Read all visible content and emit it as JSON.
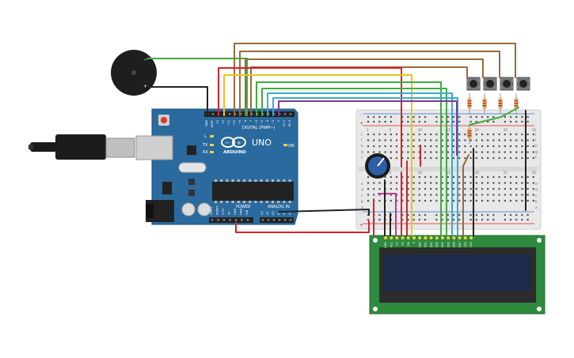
{
  "board": {
    "logo_text": "ARDUINO",
    "model": "UNO",
    "digital_label": "DIGITAL (PWM~)",
    "power_label": "POWER",
    "analog_label": "ANALOG IN",
    "on_label": "ON",
    "l_label": "L",
    "tx_label": "TX",
    "rx_label": "RX",
    "header_top_labels": [
      "GND",
      "AREF",
      "13",
      "12",
      "~11",
      "~10",
      "~9",
      "8",
      "7",
      "~6",
      "~5",
      "4",
      "~3",
      "2",
      "TX 1",
      "RX 0"
    ],
    "header_power_labels": [
      "IOREF",
      "RESET",
      "3.3V",
      "5V",
      "GND",
      "GND",
      "VIN"
    ],
    "header_analog_labels": [
      "A0",
      "A1",
      "A2",
      "A3",
      "A4",
      "A5"
    ]
  },
  "breadboard": {
    "col_numbers": [
      "1",
      "5",
      "10",
      "15",
      "20",
      "25",
      "30"
    ],
    "row_letters": [
      "a",
      "b",
      "c",
      "d",
      "e",
      "f",
      "g",
      "h",
      "i",
      "j"
    ],
    "rail_plus": "+",
    "rail_minus": "-"
  },
  "lcd": {
    "pin_labels": [
      "GND",
      "VCC",
      "V0",
      "RS",
      "RW",
      "E",
      "DB0",
      "DB1",
      "DB2",
      "DB3",
      "DB4",
      "DB5",
      "DB6",
      "DB7",
      "LED",
      "LED"
    ]
  },
  "colors": {
    "board": "#2a6a9e",
    "lcd_pcb": "#2e8b3e",
    "lcd_screen": "#1d2a4c",
    "breadboard": "#e8e8e8",
    "wire_brown": "#9b6a3c",
    "wire_red": "#d6232a",
    "wire_yellow": "#e8c51b",
    "wire_green": "#3fae3c",
    "wire_cyan": "#39a9d8",
    "wire_purple": "#7a3a9a",
    "wire_black": "#222222",
    "wire_pink": "#c23a8a"
  },
  "icons": {
    "buzzer": "piezo-buzzer-icon",
    "usb": "usb-cable-icon",
    "potentiometer": "potentiometer-icon",
    "pushbutton": "pushbutton-icon",
    "resistor": "resistor-icon"
  }
}
